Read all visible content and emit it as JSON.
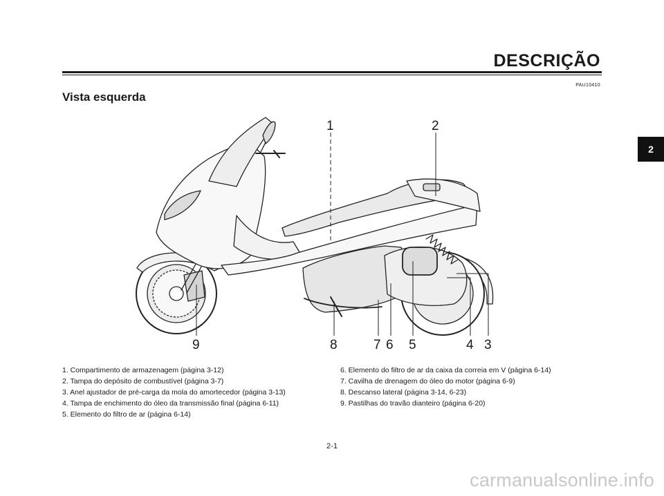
{
  "header": {
    "section_title": "DESCRIÇÃO",
    "code": "PAU10410"
  },
  "subtitle": "Vista esquerda",
  "chapter_tab": "2",
  "callouts": {
    "n1": "1",
    "n2": "2",
    "n3": "3",
    "n4": "4",
    "n5": "5",
    "n6": "6",
    "n7": "7",
    "n8": "8",
    "n9": "9"
  },
  "legend_left": [
    "1. Compartimento de armazenagem (página 3-12)",
    "2. Tampa do depósito de combustível (página 3-7)",
    "3. Anel ajustador de pré-carga da mola do amortecedor (página 3-13)",
    "4. Tampa de enchimento do óleo da transmissão final (página 6-11)",
    "5. Elemento do filtro de ar (página 6-14)"
  ],
  "legend_right": [
    "6. Elemento do filtro de ar da caixa da correia em V (página 6-14)",
    "7. Cavilha de drenagem do óleo do motor (página 6-9)",
    "8. Descanso lateral (página 3-14, 6-23)",
    "9. Pastilhas do travão dianteiro (página 6-20)"
  ],
  "page_number": "2-1",
  "watermark": "carmanualsonline.info"
}
